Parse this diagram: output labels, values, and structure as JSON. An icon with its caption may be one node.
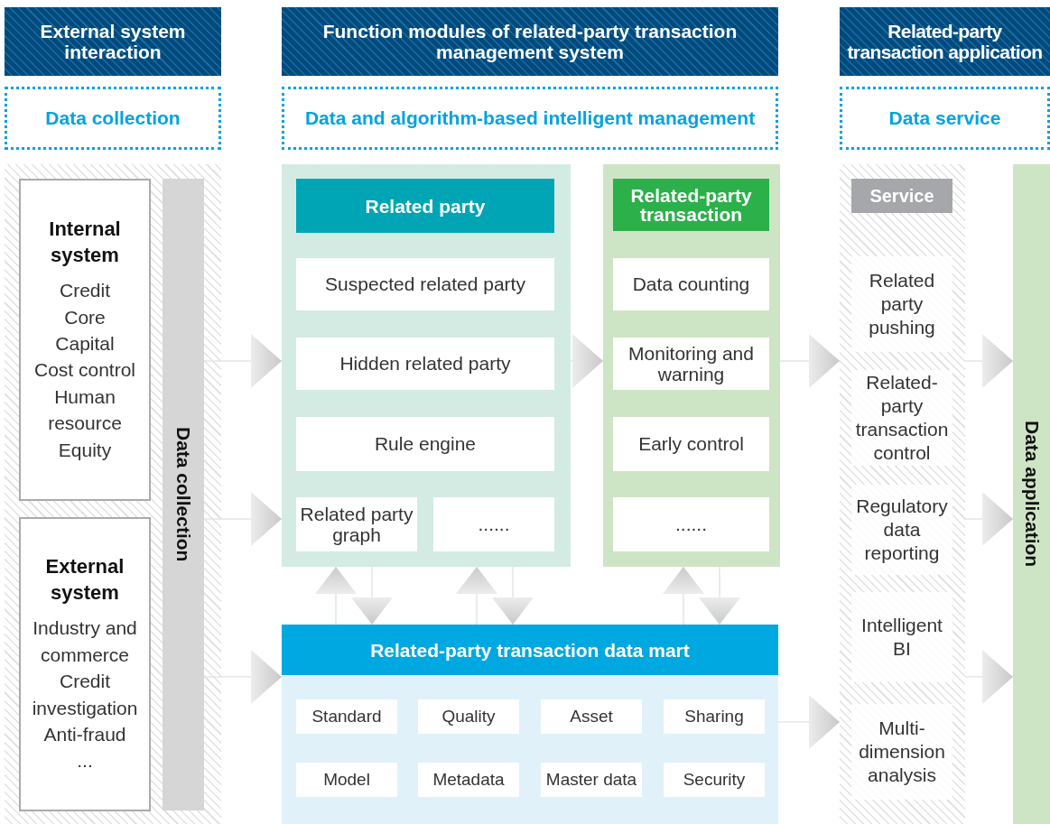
{
  "diagram": {
    "nodes": [
      {
        "text": [
          "External system interaction"
        ]
      },
      {
        "text": [
          "Function modules of related-party transaction management system"
        ]
      },
      {
        "text": [
          "Related-party transaction application"
        ]
      },
      {
        "text": [
          "Data collection"
        ]
      },
      {
        "text": [
          "Data and algorithm-based intelligent management"
        ]
      },
      {
        "text": [
          "Data service"
        ]
      },
      {
        "text": [],
        "shape": "box"
      },
      {
        "text": [
          "Internal system",
          "Credit",
          "Core",
          "Capital",
          "Cost control",
          "Human resource",
          "Equity"
        ],
        "in": 6
      },
      {
        "text": [
          "External system",
          "Industry and commerce",
          "Credit investigation",
          "Anti-fraud",
          "..."
        ],
        "in": 6
      },
      {
        "text": [
          "Data collection"
        ],
        "in": 6
      },
      {
        "text": [],
        "shape": "box"
      },
      {
        "text": [
          "Related party"
        ],
        "in": 10
      },
      {
        "text": [
          "Suspected related party"
        ],
        "in": 10
      },
      {
        "text": [
          "Hidden related party"
        ],
        "in": 10
      },
      {
        "text": [
          "Rule engine"
        ],
        "in": 10
      },
      {
        "text": [
          "Related party graph"
        ],
        "in": 10
      },
      {
        "text": [
          "......"
        ],
        "in": 10
      },
      {
        "text": [],
        "shape": "box"
      },
      {
        "text": [
          "Related-party transaction"
        ],
        "in": 17
      },
      {
        "text": [
          "Data counting"
        ],
        "in": 17
      },
      {
        "text": [
          "Monitoring and warning"
        ],
        "in": 17
      },
      {
        "text": [
          "Early control"
        ],
        "in": 17
      },
      {
        "text": [
          "......"
        ],
        "in": 17
      },
      {
        "text": [],
        "shape": "box"
      },
      {
        "text": [
          "Related-party transaction data mart"
        ],
        "in": 23
      },
      {
        "text": [
          "Standard"
        ],
        "in": 23
      },
      {
        "text": [
          "Quality"
        ],
        "in": 23
      },
      {
        "text": [
          "Asset"
        ],
        "in": 23
      },
      {
        "text": [
          "Sharing"
        ],
        "in": 23
      },
      {
        "text": [
          "Model"
        ],
        "in": 23
      },
      {
        "text": [
          "Metadata"
        ],
        "in": 23
      },
      {
        "text": [
          "Master data"
        ],
        "in": 23
      },
      {
        "text": [
          "Security"
        ],
        "in": 23
      },
      {
        "text": [],
        "shape": "box"
      },
      {
        "text": [
          "Service"
        ],
        "in": 33
      },
      {
        "text": [
          "Related party pushing"
        ],
        "in": 33
      },
      {
        "text": [
          "Related-party transaction control"
        ],
        "in": 33
      },
      {
        "text": [
          "Regulatory data reporting"
        ],
        "in": 33
      },
      {
        "text": [
          "Intelligent BI"
        ],
        "in": 33
      },
      {
        "text": [
          "Multi-dimension analysis"
        ],
        "in": 33
      },
      {
        "text": [
          "Data application"
        ]
      }
    ],
    "edges": [
      {
        "from": 9,
        "to": 10,
        "arrow": "to"
      },
      {
        "from": 9,
        "to": 10,
        "arrow": "to"
      },
      {
        "from": 9,
        "to": 23,
        "arrow": "to"
      },
      {
        "from": 10,
        "to": 17,
        "arrow": "to"
      },
      {
        "from": 17,
        "to": 33,
        "arrow": "to"
      },
      {
        "from": 23,
        "to": 33,
        "arrow": "to"
      },
      {
        "from": 33,
        "to": 40,
        "arrow": "to"
      },
      {
        "from": 33,
        "to": 40,
        "arrow": "to"
      },
      {
        "from": 33,
        "to": 40,
        "arrow": "to"
      },
      {
        "from": 23,
        "to": 10,
        "arrow": "to"
      },
      {
        "from": 10,
        "to": 23,
        "arrow": "to"
      },
      {
        "from": 23,
        "to": 10,
        "arrow": "to"
      },
      {
        "from": 10,
        "to": 23,
        "arrow": "to"
      },
      {
        "from": 23,
        "to": 17,
        "arrow": "to"
      },
      {
        "from": 17,
        "to": 23,
        "arrow": "to"
      }
    ]
  }
}
